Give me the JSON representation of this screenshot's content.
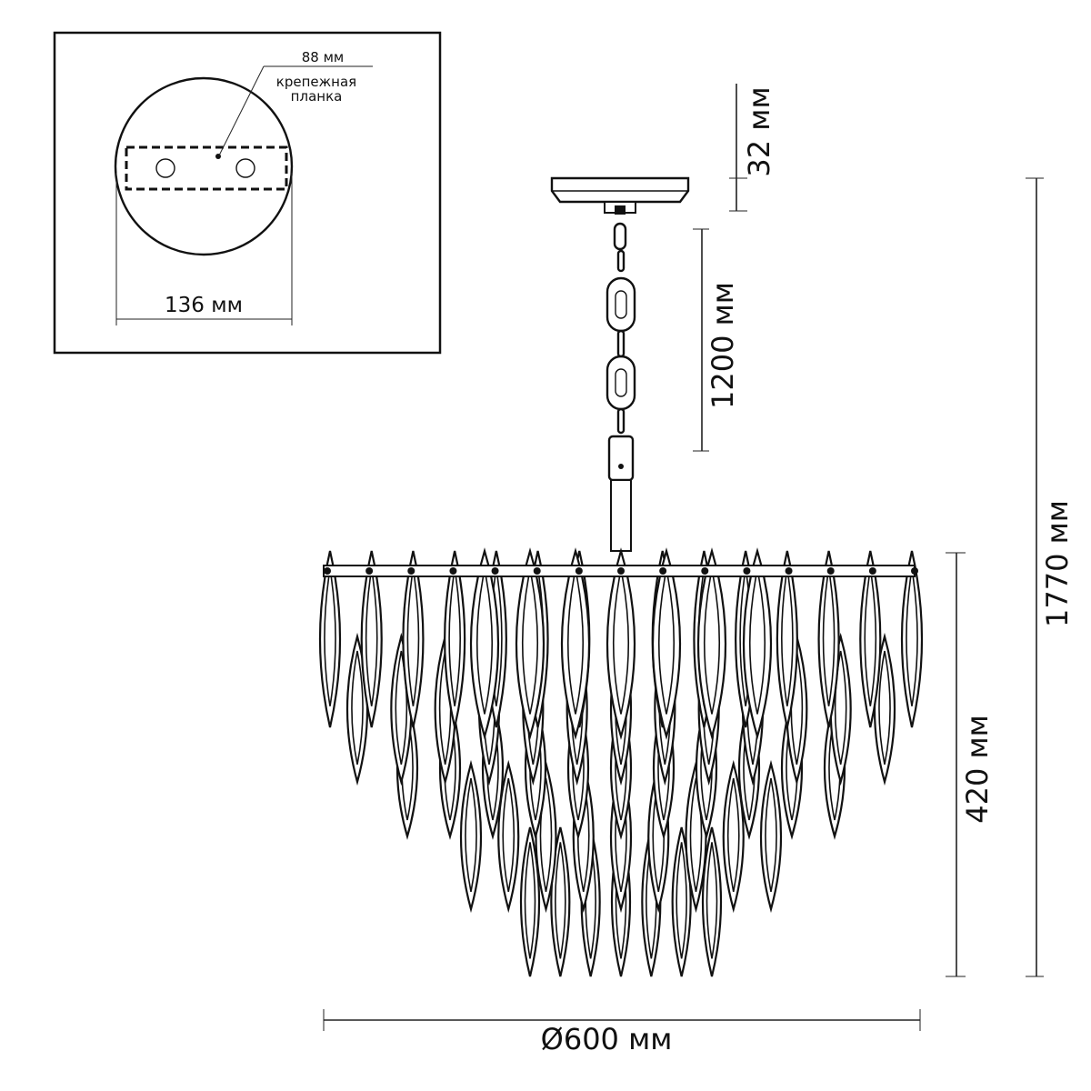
{
  "inset": {
    "bar_width": "88 мм",
    "callout_line1": "крепежная",
    "callout_line2": "планка",
    "canopy_diameter": "136 мм"
  },
  "dimensions": {
    "canopy_height": "32 мм",
    "chain_length": "1200 мм",
    "total_height": "1770 мм",
    "body_height": "420 мм",
    "diameter": "Ø600 мм"
  },
  "colors": {
    "ink": "#111111",
    "background": "#ffffff"
  }
}
